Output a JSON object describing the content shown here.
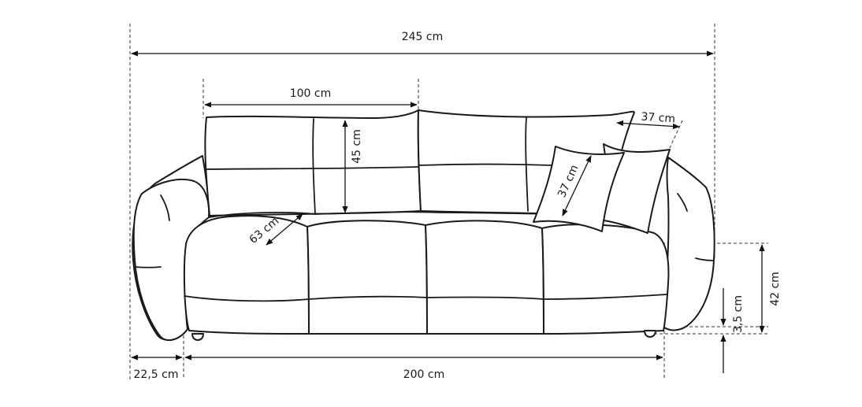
{
  "dimensions": {
    "overall_width": "245 cm",
    "cushion_width": "100 cm",
    "cushion_height": "45 cm",
    "seat_depth": "63 cm",
    "pillow_size_top": "37 cm",
    "pillow_size_front": "37 cm",
    "total_height": "42 cm",
    "leg_height": "3,5 cm",
    "armrest_width": "22,5 cm",
    "seat_width": "200 cm"
  }
}
